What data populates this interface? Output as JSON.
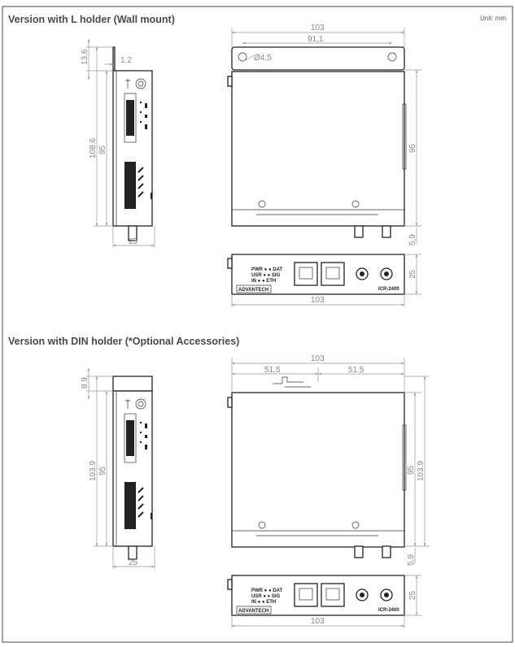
{
  "unit_label": "Unit: mm",
  "sections": [
    {
      "title": "Version with L holder (Wall mount)",
      "side_view": {
        "dims": {
          "holder_height": "13.6",
          "thickness": "1.2",
          "total_height": "108.6",
          "body_height": "95",
          "width": "25"
        }
      },
      "front_view": {
        "dims": {
          "width": "103",
          "hole_spacing": "91,1",
          "hole_diameter": "Ø4,5",
          "height": "95",
          "connector": "5,9"
        }
      },
      "bottom_view": {
        "dims": {
          "width": "103",
          "depth": "25"
        },
        "logo": "ADVANTECH",
        "model": "ICR-2400"
      }
    },
    {
      "title": "Version with DIN holder (*Optional Accessories)",
      "side_view": {
        "dims": {
          "holder_height": "8.9",
          "total_height": "103.9",
          "body_height": "95",
          "width": "25"
        }
      },
      "front_view": {
        "dims": {
          "width": "103",
          "half_left": "51.5",
          "half_right": "51.5",
          "height": "95",
          "total_height": "103.9",
          "connector": "5,9"
        }
      },
      "bottom_view": {
        "dims": {
          "width": "103",
          "depth": "25"
        },
        "logo": "ADVANTECH",
        "model": "ICR-2400"
      }
    }
  ]
}
